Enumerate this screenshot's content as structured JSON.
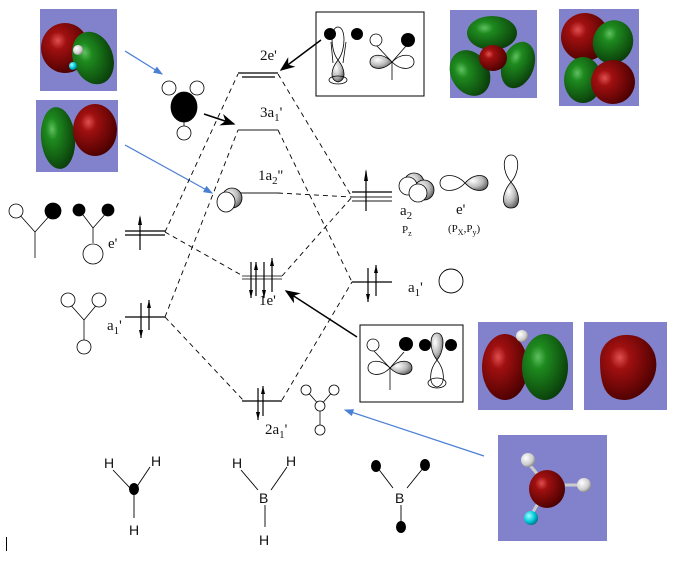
{
  "diagram": {
    "title": "BH3 molecular orbital diagram",
    "mo_levels": {
      "e2_prime": "2e'",
      "a1_3": "3a",
      "a1_3_sub": "1",
      "a1_3_prime": "'",
      "a2_1": "1a",
      "a2_1_sub": "2",
      "a2_1_prime": "''",
      "e1_prime": "1e'",
      "a1_2": "2a",
      "a1_2_sub": "1",
      "a1_2_prime": "'"
    },
    "ligand_levels": {
      "e_prime": "e'",
      "a1": "a",
      "a1_sub": "1",
      "a1_prime": "'"
    },
    "boron_levels": {
      "a2": "a",
      "a2_sub": "2",
      "pz": "P",
      "pz_sub": "z",
      "e_prime": "e'",
      "pxpy_open": "(P",
      "px_sub": "X",
      "pxpy_mid": ",P",
      "py_sub": "y",
      "pxpy_close": ")",
      "a1": "a",
      "a1_sub": "1",
      "a1_prime": "'"
    },
    "structures": {
      "h1": "H",
      "h2": "H",
      "h3": "H",
      "bh3_h1": "H",
      "bh3_h2": "H",
      "bh3_h3": "H",
      "bh3_b": "B",
      "frag_b": "B"
    },
    "colors": {
      "tile_bg": "#8282cc",
      "lobe_red": "#8b0a0a",
      "lobe_green": "#1f7a1f",
      "arrow_blue": "#4a7fd4",
      "level_gray": "#666666"
    }
  }
}
